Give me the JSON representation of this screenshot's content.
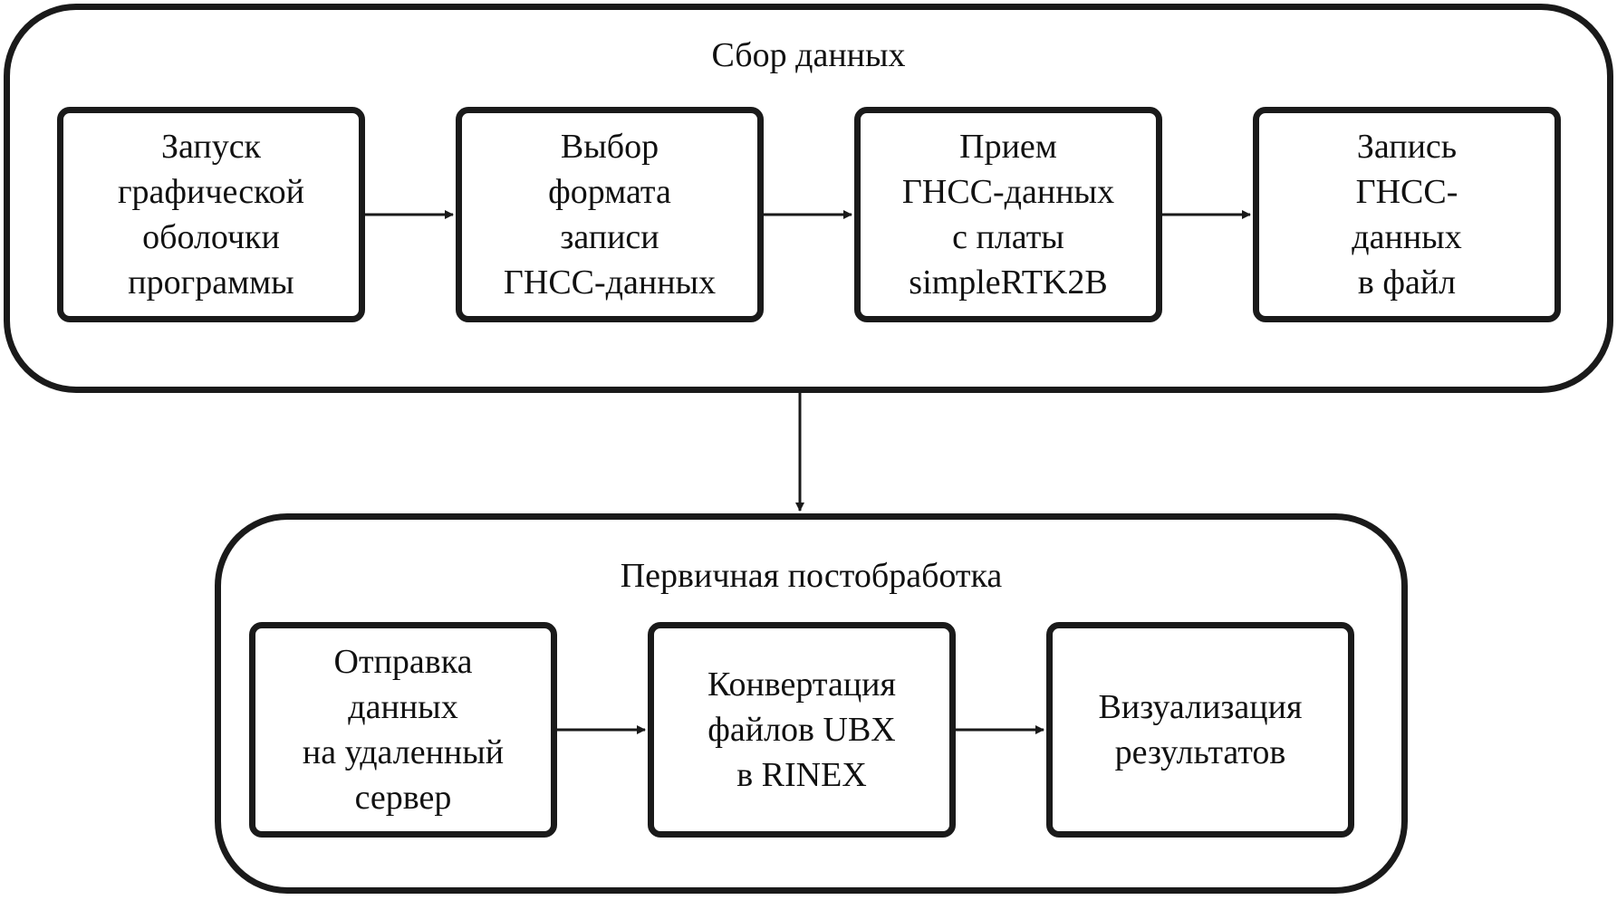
{
  "stages": [
    {
      "id": "collect",
      "title": "Сбор данных",
      "steps": [
        {
          "label": "Запуск\nграфической\nоболочки\nпрограммы"
        },
        {
          "label": "Выбор\nформата\nзаписи\nГНСС-данных"
        },
        {
          "label": "Прием\nГНСС-данных\nс платы\nsimpleRTK2B"
        },
        {
          "label": "Запись\nГНСС-\nданных\nв файл"
        }
      ]
    },
    {
      "id": "post",
      "title": "Первичная постобработка",
      "steps": [
        {
          "label": "Отправка\nданных\nна удаленный\nсервер"
        },
        {
          "label": "Конвертация\nфайлов UBX\nв RINEX"
        },
        {
          "label": "Визуализация\nрезультатов"
        }
      ]
    }
  ]
}
